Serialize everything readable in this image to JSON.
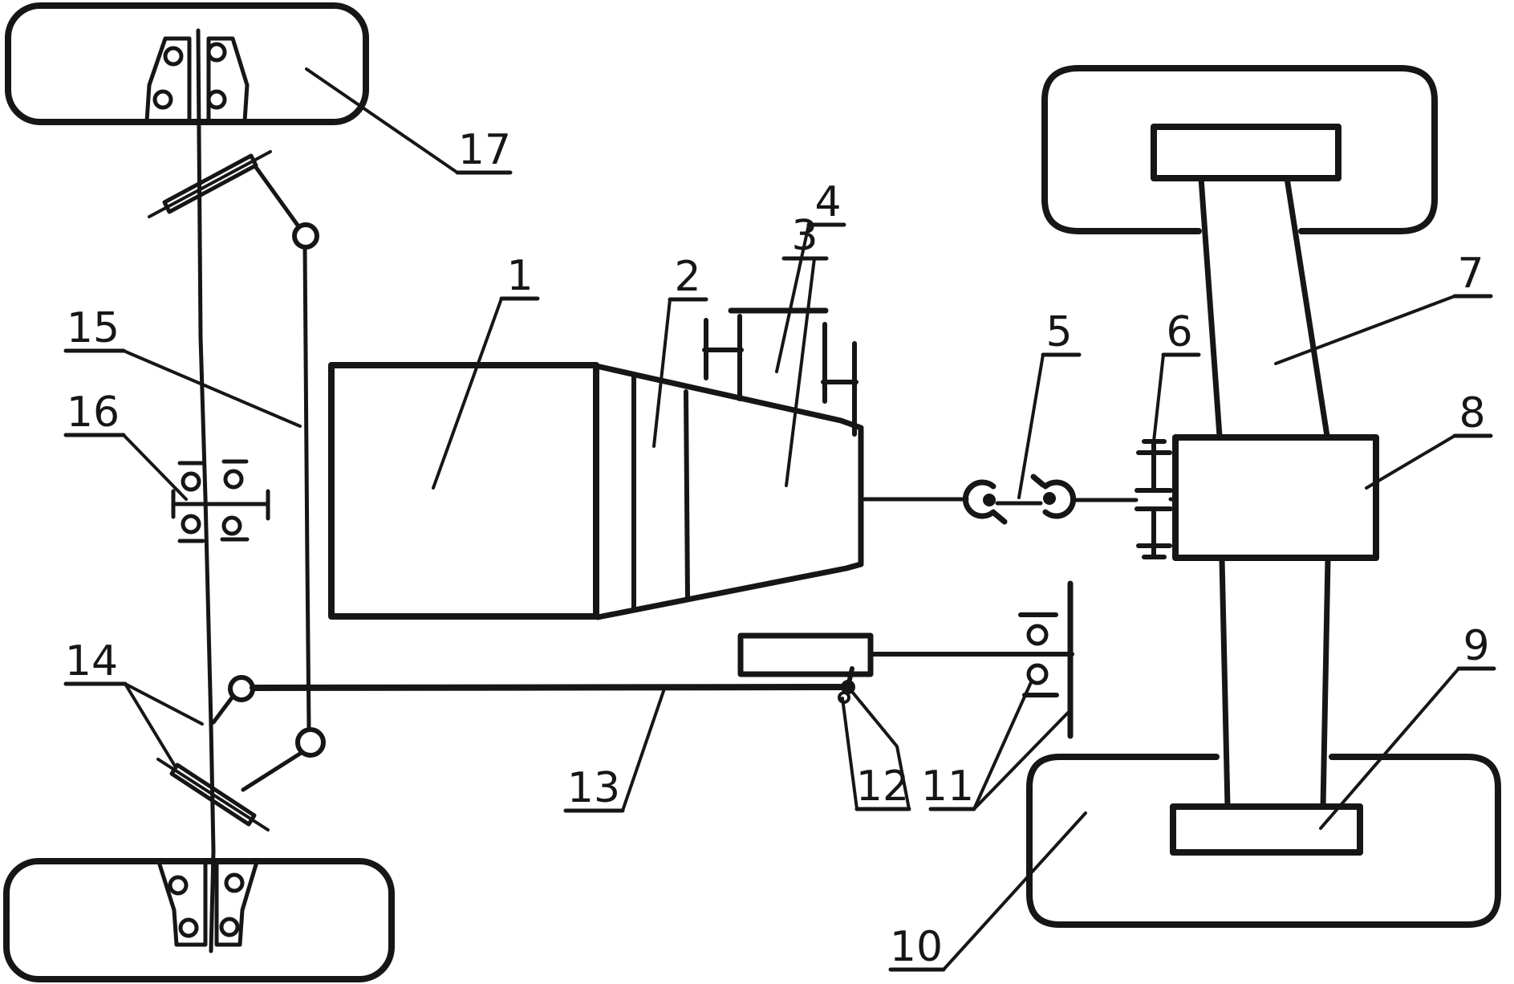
{
  "figure": {
    "kind": "hand-drawn chassis schematic, top view",
    "colors": {
      "background": "#ffffff",
      "ink": "#161616"
    }
  },
  "callouts": {
    "c1": {
      "label": "1",
      "target": "engine-block"
    },
    "c2": {
      "label": "2",
      "target": "clutch-housing"
    },
    "c3": {
      "label": "3",
      "target": "gearbox-cone"
    },
    "c4": {
      "label": "4",
      "target": "engine-mount-brackets"
    },
    "c5": {
      "label": "5",
      "target": "claw-coupling"
    },
    "c6": {
      "label": "6",
      "target": "chain-drive"
    },
    "c7": {
      "label": "7",
      "target": "axle-housing-trunk"
    },
    "c8": {
      "label": "8",
      "target": "differential-housing"
    },
    "c9": {
      "label": "9",
      "target": "rear-hub-plate"
    },
    "c10": {
      "label": "10",
      "target": "rear-wheel"
    },
    "c11": {
      "label": "11",
      "target": "rod-support-bracket"
    },
    "c12": {
      "label": "12",
      "target": "lever-bracket"
    },
    "c13": {
      "label": "13",
      "target": "steering-rod"
    },
    "c14": {
      "label": "14",
      "target": "steering-linkage"
    },
    "c15": {
      "label": "15",
      "target": "drag-link"
    },
    "c16": {
      "label": "16",
      "target": "front-axle-pivot"
    },
    "c17": {
      "label": "17",
      "target": "front-wheel"
    }
  }
}
